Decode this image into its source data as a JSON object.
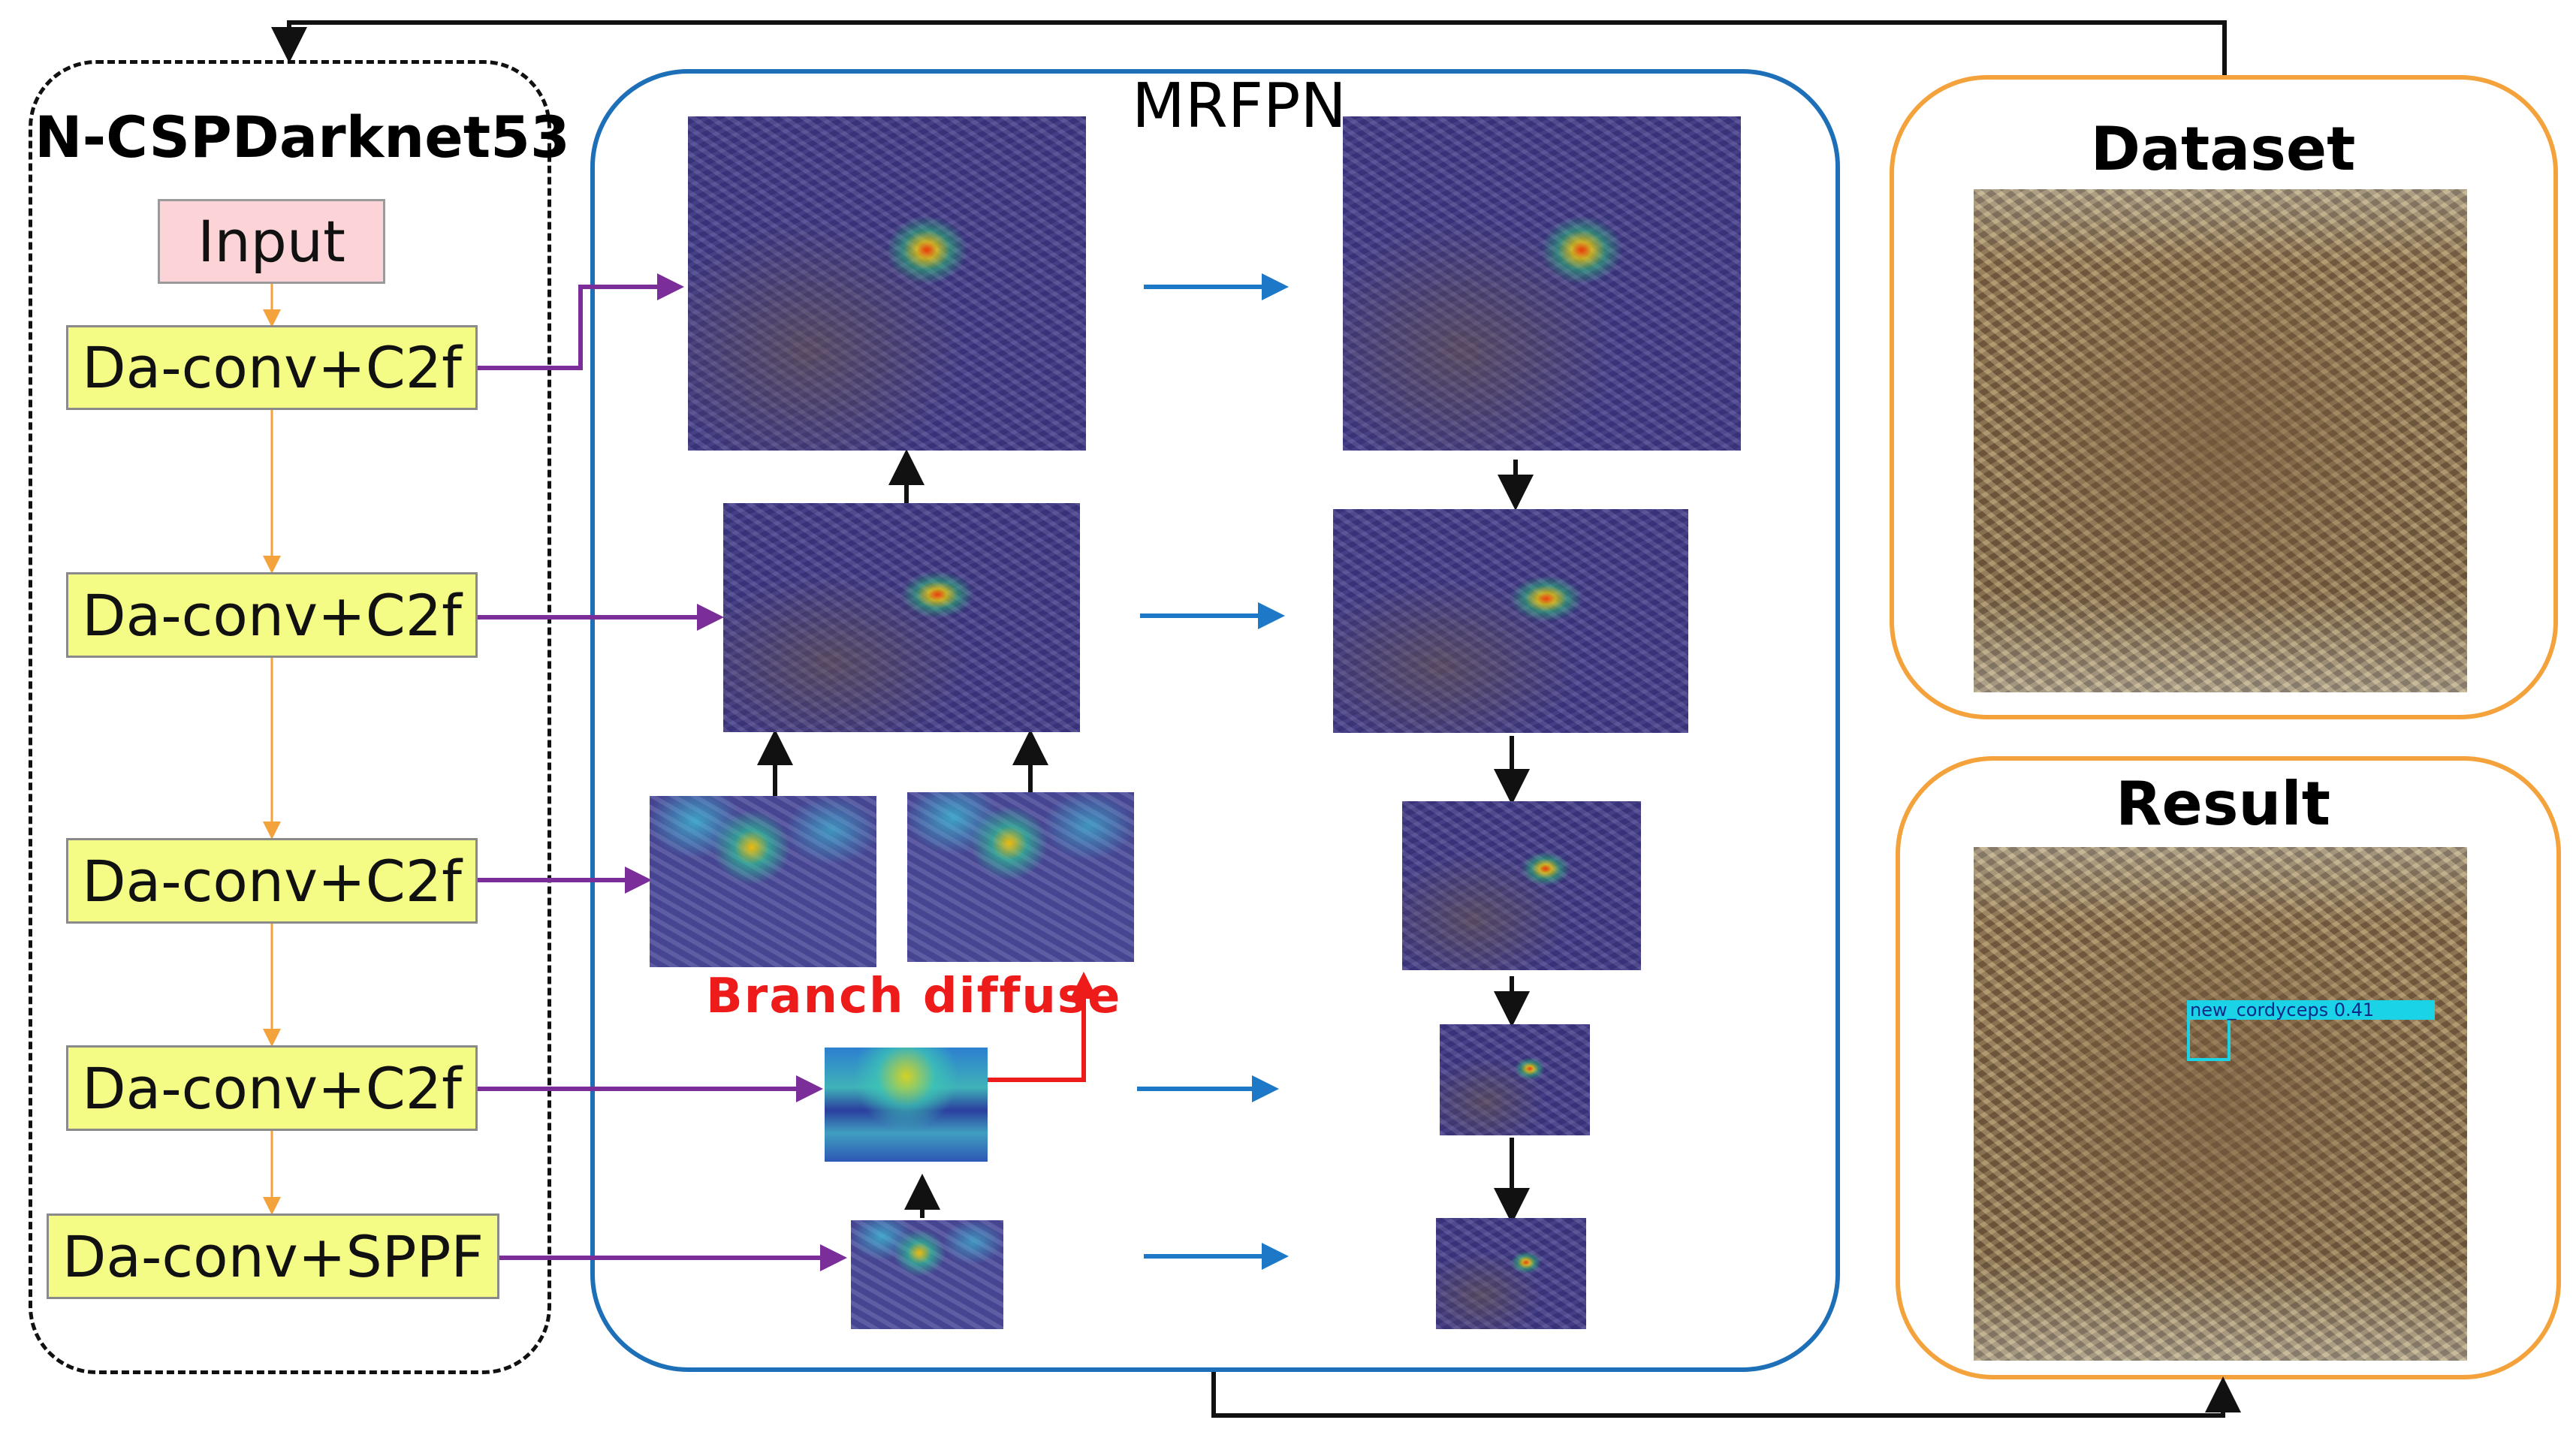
{
  "backbone": {
    "title": "N-CSPDarknet53",
    "input_label": "Input",
    "blocks": [
      {
        "label": "Da-conv+C2f"
      },
      {
        "label": "Da-conv+C2f"
      },
      {
        "label": "Da-conv+C2f"
      },
      {
        "label": "Da-conv+C2f"
      },
      {
        "label": "Da-conv+SPPF"
      }
    ]
  },
  "neck": {
    "title": "MRFPN",
    "branch_label": "Branch diffuse"
  },
  "dataset": {
    "title": "Dataset"
  },
  "result": {
    "title": "Result",
    "detection_label": "new_cordyceps 0.41"
  },
  "colors": {
    "backbone_block_fill": "#f4fc85",
    "input_block_fill": "#fcd3d6",
    "neck_frame": "#1d6fb8",
    "side_frames": "#f4a23c",
    "backbone_link_arrows": "#7b2d9a",
    "lateral_arrows": "#1d78c8",
    "branch_diffuse": "#ee1b1b",
    "backbone_flow": "#f4a23c",
    "detection_box": "#1ad3e6"
  }
}
